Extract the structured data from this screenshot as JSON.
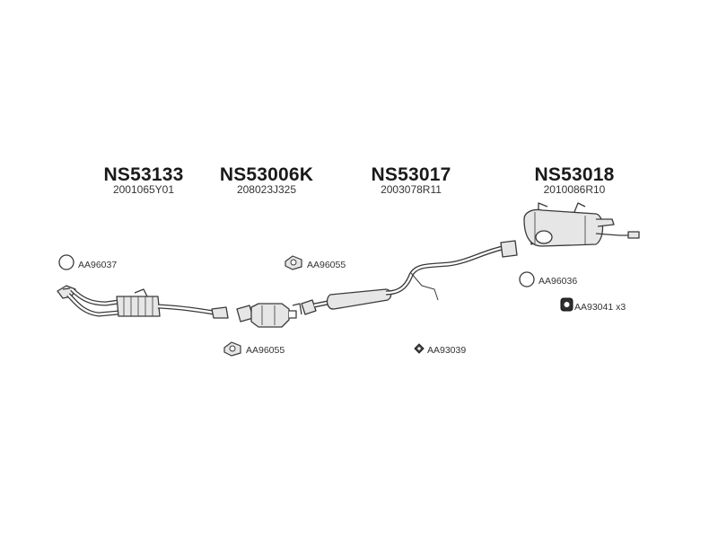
{
  "parts": [
    {
      "number": "NS53133",
      "ref": "2001065Y01"
    },
    {
      "number": "NS53006K",
      "ref": "208023J325"
    },
    {
      "number": "NS53017",
      "ref": "2003078R11"
    },
    {
      "number": "NS53018",
      "ref": "2010086R10"
    }
  ],
  "accessories": [
    {
      "code": "AA96037",
      "icon": "o-ring-gasket-icon"
    },
    {
      "code": "AA96055",
      "icon": "flange-gasket-icon"
    },
    {
      "code": "AA96055",
      "icon": "flange-gasket-icon"
    },
    {
      "code": "AA93039",
      "icon": "rubber-hanger-icon"
    },
    {
      "code": "AA96036",
      "icon": "o-ring-gasket-icon"
    },
    {
      "code": "AA93041",
      "qty": "x3",
      "icon": "rubber-mount-icon"
    }
  ],
  "colors": {
    "line": "#3a3a3a",
    "fill": "#e6e6e6",
    "text": "#1a1a1a"
  }
}
